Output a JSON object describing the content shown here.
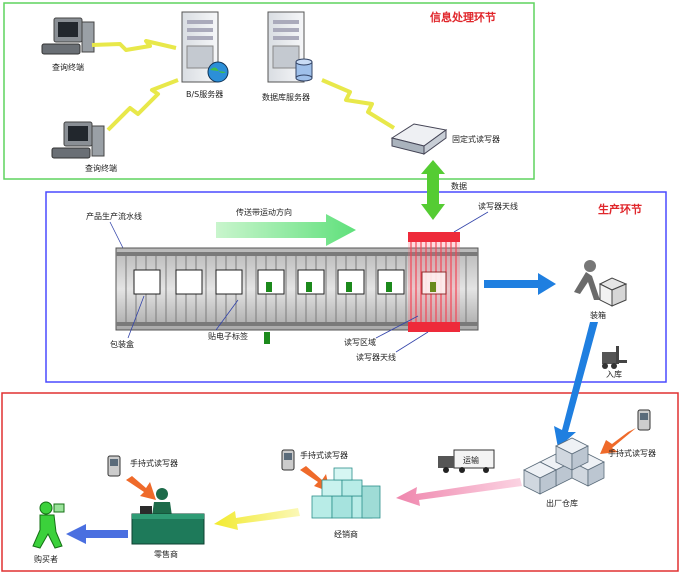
{
  "sections": {
    "info": "信息处理环节",
    "production": "生产环节"
  },
  "labels": {
    "query_terminal_1": "查询终端",
    "query_terminal_2": "查询终端",
    "bs_server": "B/S服务器",
    "db_server": "数据库服务器",
    "fixed_reader": "固定式读写器",
    "data": "数据",
    "line": "产品生产流水线",
    "belt_direction": "传送带运动方向",
    "reader_antenna_top": "读写器天线",
    "package_box": "包装盒",
    "tag": "贴电子标签",
    "read_zone": "读写区域",
    "reader_antenna_bottom": "读写器天线",
    "packing": "装箱",
    "storage": "入库",
    "handheld_reader_1": "手持式读写器",
    "factory_warehouse": "出厂仓库",
    "shipping": "运输",
    "handheld_reader_2": "手持式读写器",
    "distributor": "经销商",
    "handheld_reader_3": "手持式读写器",
    "retail": "零售商",
    "buyer": "购买者"
  },
  "colors": {
    "info_border": "#5fd35f",
    "production_border": "#4a4aff",
    "bottom_border": "#e03030",
    "section_title": "#e0262b",
    "lightning": "#e8e84a",
    "blue_arrow": "#1f7fe0",
    "pink_arrow": "#f28cb0",
    "yellow_arrow": "#f3ee3c",
    "orange_arrow": "#ef6a2a",
    "green_arrow": "#7de887",
    "dark_green_arrow": "#55cc33",
    "read_zone": "#ee2a3a"
  }
}
